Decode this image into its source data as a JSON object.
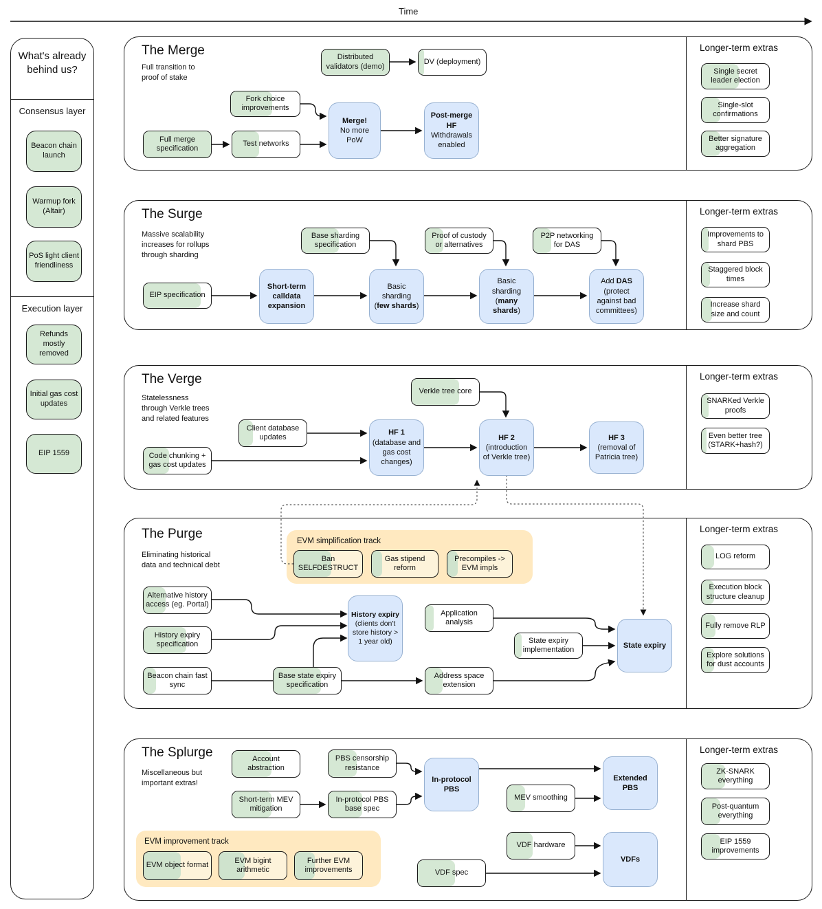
{
  "timeline": {
    "label": "Time"
  },
  "extras_header": "Longer-term extras",
  "colors": {
    "done_green": "#d5e8d4",
    "milestone_blue": "#dae8fc",
    "milestone_border": "#97b1d1",
    "track_yellow": "#ffe9c0",
    "track_box_yellow": "#fdf3da"
  },
  "sidebar": {
    "title": "What's already behind us?",
    "groups": [
      {
        "label": "Consensus layer",
        "items": [
          "Beacon chain launch",
          "Warmup fork (Altair)",
          "PoS light client friendliness"
        ]
      },
      {
        "label": "Execution layer",
        "items": [
          "Refunds mostly removed",
          "Initial gas cost updates",
          "EIP 1559"
        ]
      }
    ]
  },
  "sections": {
    "merge": {
      "title": "The Merge",
      "subtitle": "Full transition to\nproof of stake",
      "boxes": {
        "distributed_validators": {
          "label": "Distributed validators (demo)",
          "pct": 100
        },
        "dv_deployment": {
          "label": "DV (deployment)",
          "pct": 8
        },
        "fork_choice": {
          "label": "Fork choice improvements",
          "pct": 60
        },
        "full_merge_spec": {
          "label": "Full merge specification",
          "pct": 100
        },
        "test_networks": {
          "label": "Test networks",
          "pct": 40
        }
      },
      "milestones": {
        "merge": {
          "bold": "Merge!",
          "post": "\nNo more\nPoW"
        },
        "post_merge": {
          "bold": "Post-merge HF",
          "post": "\nWithdrawals enabled"
        }
      },
      "extras": [
        {
          "label": "Single secret leader election",
          "pct": 55
        },
        {
          "label": "Single-slot confirmations",
          "pct": 28
        },
        {
          "label": "Better signature aggregation",
          "pct": 28
        }
      ]
    },
    "surge": {
      "title": "The Surge",
      "subtitle": "Massive scalability\nincreases for rollups\nthrough sharding",
      "boxes": {
        "eip_spec": {
          "label": "EIP specification",
          "pct": 85
        },
        "base_sharding": {
          "label": "Base sharding specification",
          "pct": 55
        },
        "proof_custody": {
          "label": "Proof of custody or alternatives",
          "pct": 27
        },
        "p2p_das": {
          "label": "P2P networking for DAS",
          "pct": 27
        }
      },
      "milestones": {
        "calldata": {
          "bold": "Short-term calldata expansion"
        },
        "few_shards": {
          "pre": "Basic sharding\n(",
          "bold": "few shards",
          "post": ")"
        },
        "many_shards": {
          "pre": "Basic sharding\n(",
          "bold": "many shards",
          "post": ")"
        },
        "add_das": {
          "pre": "Add ",
          "bold": "DAS",
          "post": "\n(protect against bad committees)"
        }
      },
      "extras": [
        {
          "label": "Improvements to shard PBS",
          "pct": 10
        },
        {
          "label": "Staggered block times",
          "pct": 12
        },
        {
          "label": "Increase shard size and count",
          "pct": 15
        }
      ]
    },
    "verge": {
      "title": "The Verge",
      "subtitle": "Statelessness\nthrough Verkle trees\nand related features",
      "boxes": {
        "verkle_core": {
          "label": "Verkle tree core",
          "pct": 70
        },
        "client_db": {
          "label": "Client database updates",
          "pct": 20
        },
        "code_chunking": {
          "label": "Code chunking + gas cost updates",
          "pct": 38
        }
      },
      "milestones": {
        "hf1": {
          "bold": "HF 1",
          "post": "\n(database and gas cost changes)"
        },
        "hf2": {
          "bold": "HF 2",
          "post": "\n(introduction of Verkle tree)"
        },
        "hf3": {
          "bold": "HF 3",
          "post": "\n(removal of Patricia tree)"
        }
      },
      "extras": [
        {
          "label": "SNARKed Verkle proofs",
          "pct": 10
        },
        {
          "label": "Even better tree (STARK+hash?)",
          "pct": 7
        }
      ]
    },
    "purge": {
      "title": "The Purge",
      "subtitle": "Eliminating historical\ndata and technical debt",
      "track": {
        "label": "EVM simplification track",
        "boxes": [
          {
            "label": "Ban SELFDESTRUCT",
            "pct": 55
          },
          {
            "label": "Gas stipend reform",
            "pct": 16
          },
          {
            "label": "Precompiles -> EVM impls",
            "pct": 16
          }
        ]
      },
      "boxes": {
        "alt_history": {
          "label": "Alternative history access (eg. Portal)",
          "pct": 33
        },
        "history_expiry_spec": {
          "label": "History expiry specification",
          "pct": 63
        },
        "beacon_fast_sync": {
          "label": "Beacon chain fast sync",
          "pct": 18
        },
        "base_state_expiry": {
          "label": "Base state expiry specification",
          "pct": 70
        },
        "application_analysis": {
          "label": "Application analysis",
          "pct": 12
        },
        "address_space": {
          "label": "Address space extension",
          "pct": 25
        },
        "state_expiry_impl": {
          "label": "State expiry implementation",
          "pct": 10
        }
      },
      "milestones": {
        "history_expiry": {
          "bold": "History expiry",
          "post": "\n(clients don't store history > 1 year old)"
        },
        "state_expiry": {
          "bold": "State expiry"
        }
      },
      "extras": [
        {
          "label": "LOG reform",
          "pct": 18
        },
        {
          "label": "Execution block structure cleanup",
          "pct": 18
        },
        {
          "label": "Fully remove RLP",
          "pct": 20
        },
        {
          "label": "Explore solutions for dust accounts",
          "pct": 18
        }
      ]
    },
    "splurge": {
      "title": "The Splurge",
      "subtitle": "Miscellaneous but\nimportant extras!",
      "track": {
        "label": "EVM improvement track",
        "boxes": [
          {
            "label": "EVM object format",
            "pct": 55
          },
          {
            "label": "EVM bigint arithmetic",
            "pct": 38
          },
          {
            "label": "Further EVM improvements",
            "pct": 30
          }
        ]
      },
      "boxes": {
        "account_abstraction": {
          "label": "Account abstraction",
          "pct": 58
        },
        "pbs_censorship": {
          "label": "PBS censorship resistance",
          "pct": 42
        },
        "short_term_mev": {
          "label": "Short-term MEV mitigation",
          "pct": 58
        },
        "in_protocol_pbs_spec": {
          "label": "In-protocol PBS base spec",
          "pct": 50
        },
        "mev_smoothing": {
          "label": "MEV smoothing",
          "pct": 27
        },
        "vdf_hardware": {
          "label": "VDF hardware",
          "pct": 38
        },
        "vdf_spec": {
          "label": "VDF spec",
          "pct": 55
        }
      },
      "milestones": {
        "in_protocol_pbs": {
          "bold": "In-protocol PBS"
        },
        "extended_pbs": {
          "bold": "Extended PBS"
        },
        "vdfs": {
          "bold": "VDFs"
        }
      },
      "extras": [
        {
          "label": "ZK-SNARK everything",
          "pct": 35
        },
        {
          "label": "Post-quantum everything",
          "pct": 28
        },
        {
          "label": "EIP 1559 improvements",
          "pct": 28
        }
      ]
    }
  }
}
